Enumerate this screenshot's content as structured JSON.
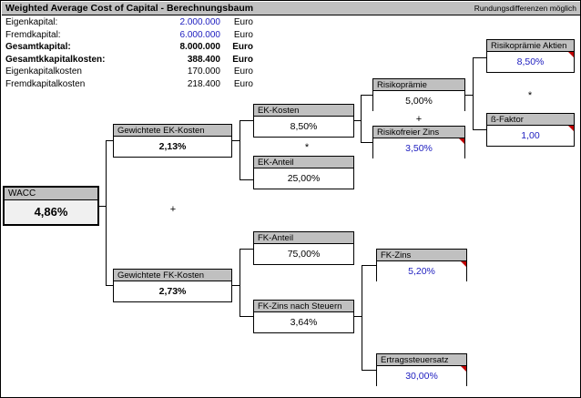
{
  "titlebar": {
    "title": "Weighted Average Cost of Capital - Berechnungsbaum",
    "note": "Rundungsdifferenzen möglich"
  },
  "summary": {
    "rows": [
      {
        "label": "Eigenkapital:",
        "value": "2.000.000",
        "unit": "Euro"
      },
      {
        "label": "Fremdkapital:",
        "value": "6.000.000",
        "unit": "Euro"
      },
      {
        "label": "Gesamtkapital:",
        "value": "8.000.000",
        "unit": "Euro"
      },
      {
        "label": "Gesamtkkapitalkosten:",
        "value": "388.400",
        "unit": "Euro"
      },
      {
        "label": "Eigenkapitalkosten",
        "value": "170.000",
        "unit": "Euro"
      },
      {
        "label": "Fremdkapitalkosten",
        "value": "218.400",
        "unit": "Euro"
      }
    ]
  },
  "tree": {
    "wacc": {
      "header": "WACC",
      "value": "4,86%"
    },
    "gew_ek": {
      "header": "Gewichtete EK-Kosten",
      "value": "2,13%"
    },
    "gew_fk": {
      "header": "Gewichtete FK-Kosten",
      "value": "2,73%"
    },
    "ek_kosten": {
      "header": "EK-Kosten",
      "value": "8,50%"
    },
    "ek_anteil": {
      "header": "EK-Anteil",
      "value": "25,00%"
    },
    "risikopraemie": {
      "header": "Risikoprämie",
      "value": "5,00%"
    },
    "risikofrei": {
      "header": "Risikofreier Zins",
      "value": "3,50%"
    },
    "rp_aktien": {
      "header": "Risikoprämie Aktien",
      "value": "8,50%"
    },
    "beta": {
      "header": "ß-Faktor",
      "value": "1,00"
    },
    "fk_anteil": {
      "header": "FK-Anteil",
      "value": "75,00%"
    },
    "fk_zins_nst": {
      "header": "FK-Zins nach Steuern",
      "value": "3,64%"
    },
    "fk_zins": {
      "header": "FK-Zins",
      "value": "5,20%"
    },
    "ertragsteuer": {
      "header": "Ertragssteuersatz",
      "value": "30,00%"
    }
  },
  "operators": {
    "wacc_plus": "+",
    "ek_mult": "*",
    "rp_plus": "+",
    "aktien_mult": "*"
  },
  "colors": {
    "input_blue": "#2020c0",
    "header_gray": "#c0c0c0",
    "comment_red": "#c00000"
  }
}
